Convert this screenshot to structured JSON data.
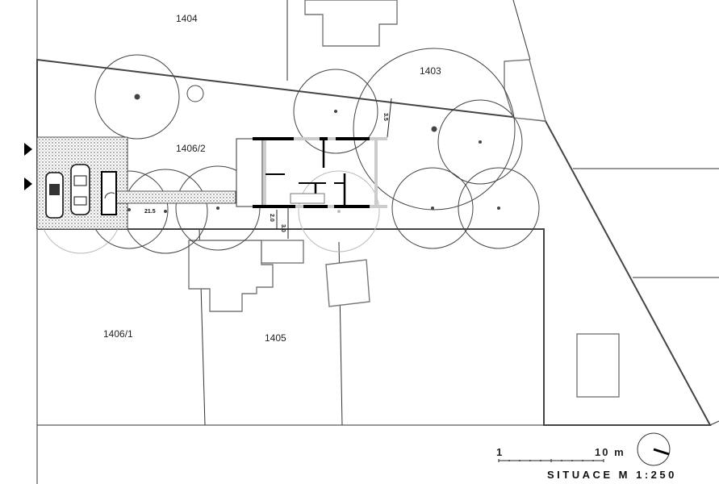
{
  "parcels": {
    "p1404": "1404",
    "p1403": "1403",
    "p1406_2": "1406/2",
    "p1406_1": "1406/1",
    "p1405": "1405"
  },
  "dimensions": {
    "path_length": "21.5",
    "tree_distance": "3.5",
    "setback_1": "2.0",
    "setback_2": "3.0"
  },
  "scale_bar": {
    "start_label": "1",
    "end_label": "10 m"
  },
  "title": "SITUACE M 1:250"
}
